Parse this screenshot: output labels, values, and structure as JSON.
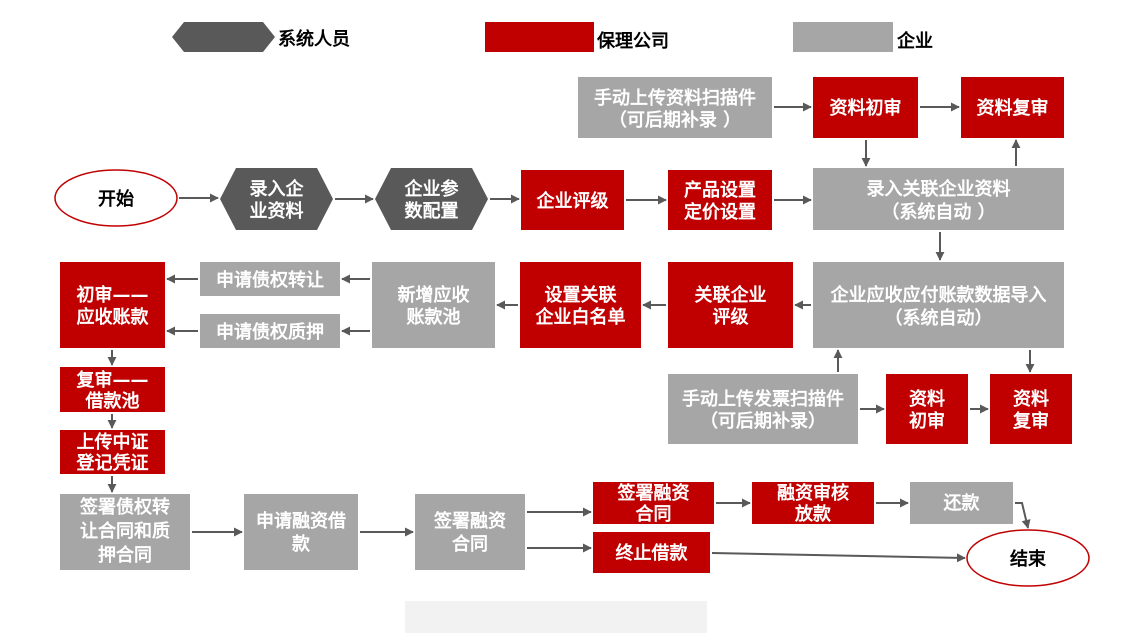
{
  "legend": {
    "staff": {
      "label": "系统人员",
      "color": "#595959"
    },
    "factoring_company": {
      "label": "保理公司",
      "color": "#c00000"
    },
    "enterprise": {
      "label": "企业",
      "color": "#a6a6a6"
    }
  },
  "colors": {
    "arrow": "#595959",
    "terminal_border": "#c00000",
    "footer_bar": "#f2f2f2"
  },
  "nodes": {
    "start": {
      "lines": [
        "开始"
      ]
    },
    "enter_company_info": {
      "lines": [
        "录入企",
        "业资料"
      ]
    },
    "company_param_config": {
      "lines": [
        "企业参",
        "数配置"
      ]
    },
    "company_rating": {
      "lines": [
        "企业评级"
      ]
    },
    "product_pricing_setup": {
      "lines": [
        "产品设置",
        "定价设置"
      ]
    },
    "enter_related_company_info": {
      "lines": [
        "录入关联企业资料",
        "（系统自动 ）"
      ]
    },
    "upload_document_scans": {
      "lines": [
        "手动上传资料扫描件",
        "（可后期补录 ）"
      ]
    },
    "document_first_review": {
      "lines": [
        "资料初审"
      ]
    },
    "document_second_review": {
      "lines": [
        "资料复审"
      ]
    },
    "receivables_payables_import": {
      "lines": [
        "企业应收应付账款数据导入",
        "（系统自动）"
      ]
    },
    "related_company_rating": {
      "lines": [
        "关联企业",
        "评级"
      ]
    },
    "related_company_whitelist": {
      "lines": [
        "设置关联",
        "企业白名单"
      ]
    },
    "new_receivables_pool": {
      "lines": [
        "新增应收",
        "账款池"
      ]
    },
    "apply_claim_transfer": {
      "lines": [
        "申请债权转让"
      ]
    },
    "apply_claim_pledge": {
      "lines": [
        "申请债权质押"
      ]
    },
    "first_review_receivables": {
      "lines": [
        "初审——",
        "应收账款"
      ]
    },
    "upload_invoice_scans": {
      "lines": [
        "手动上传发票扫描件",
        "（可后期补录）"
      ]
    },
    "invoice_first_review": {
      "lines": [
        "资料",
        "初审"
      ]
    },
    "invoice_second_review": {
      "lines": [
        "资料",
        "复审"
      ]
    },
    "second_review_loan_pool": {
      "lines": [
        "复审——",
        "借款池"
      ]
    },
    "upload_registration_certificate": {
      "lines": [
        "上传中证",
        "登记凭证"
      ]
    },
    "sign_transfer_pledge_contract": {
      "lines": [
        "签署债权转",
        "让合同和质",
        "押合同"
      ]
    },
    "apply_financing_loan": {
      "lines": [
        "申请融资借",
        "款"
      ]
    },
    "sign_financing_contract_enterprise": {
      "lines": [
        "签署融资",
        "合同"
      ]
    },
    "sign_financing_contract_factor": {
      "lines": [
        "签署融资",
        "合同"
      ]
    },
    "financing_review_disbursement": {
      "lines": [
        "融资审核",
        "放款"
      ]
    },
    "repayment": {
      "lines": [
        "还款"
      ]
    },
    "terminate_loan": {
      "lines": [
        "终止借款"
      ]
    },
    "end": {
      "lines": [
        "结束"
      ]
    }
  }
}
